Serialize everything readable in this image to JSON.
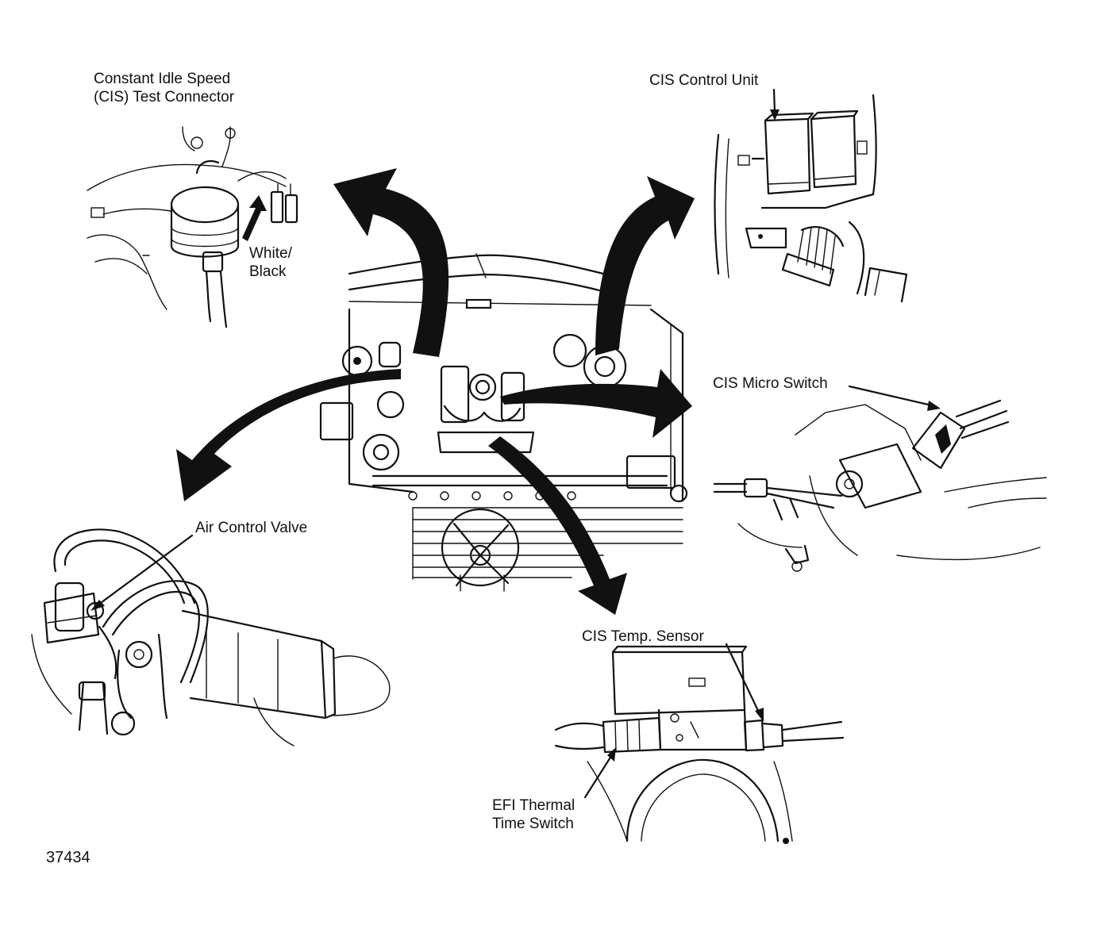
{
  "labels": {
    "cis_test_connector_line1": "Constant Idle Speed",
    "cis_test_connector_line2": "(CIS) Test Connector",
    "white_black_line1": "White/",
    "white_black_line2": "Black",
    "cis_control_unit": "CIS Control Unit",
    "cis_micro_switch": "CIS Micro Switch",
    "air_control_valve": "Air Control Valve",
    "cis_temp_sensor": "CIS Temp. Sensor",
    "efi_thermal_line1": "EFI Thermal",
    "efi_thermal_line2": "Time Switch",
    "figure_number": "37434"
  },
  "colors": {
    "ink": "#111111",
    "paper": "#ffffff"
  }
}
